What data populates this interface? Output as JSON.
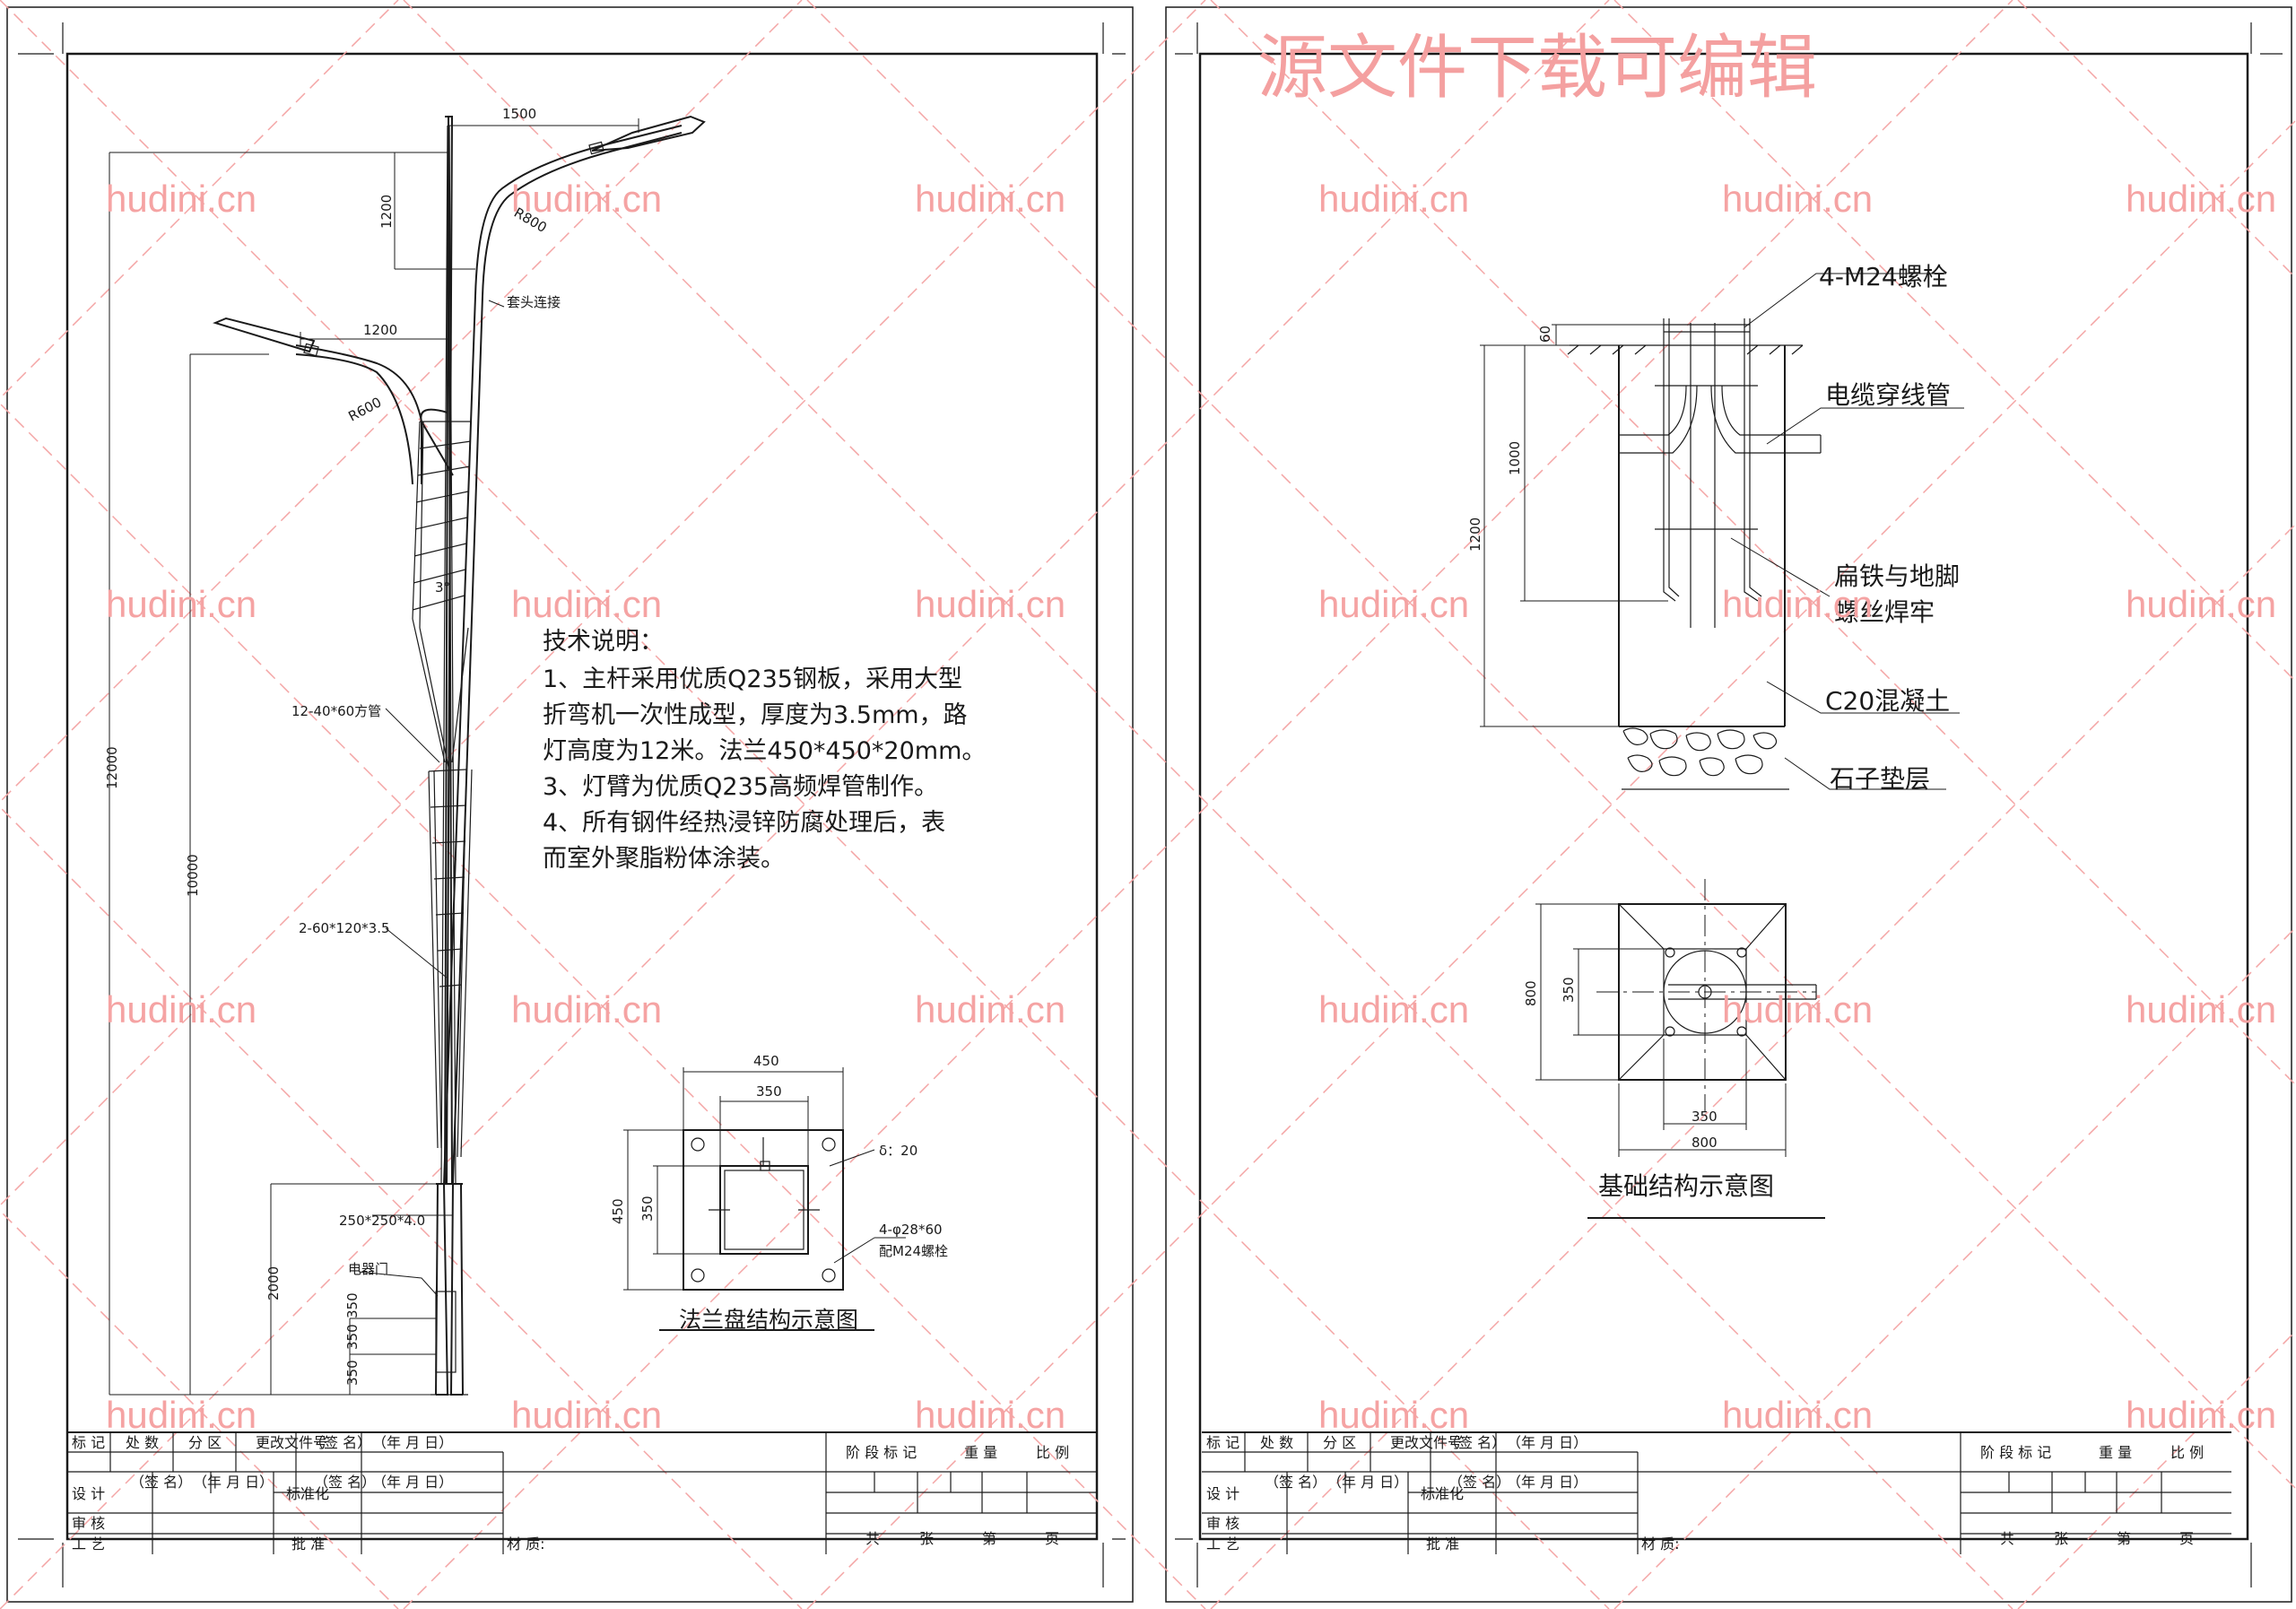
{
  "watermark": {
    "top_text": "源文件下载可编辑",
    "site_text": "hudini.cn"
  },
  "sheet_left": {
    "pole": {
      "dims": {
        "arm_upper_span": "1500",
        "arm_upper_rise": "1200",
        "arm_upper_radius": "R800",
        "sleeve_joint": "套头连接",
        "arm_lower_span": "1200",
        "arm_lower_radius": "R600",
        "angle": "3°",
        "rib_tubes": "12-40*60方管",
        "total_height": "12000",
        "arm_height": "10000",
        "plate": "2-60*120*3.5",
        "base_section": "250*250*4.0",
        "door": "电器门",
        "base_height": "2000",
        "door_h1": "350",
        "door_h2": "350",
        "door_h3": "350"
      }
    },
    "notes": {
      "title": "技术说明：",
      "lines": [
        "1、主杆采用优质Q235钢板，采用大型",
        "折弯机一次性成型，厚度为3.5mm，路",
        "灯高度为12米。法兰450*450*20mm。",
        "3、灯臂为优质Q235高频焊管制作。",
        "4、所有钢件经热浸锌防腐处理后，表",
        "而室外聚脂粉体涂装。"
      ]
    },
    "flange": {
      "dim_outer_w": "450",
      "dim_inner_w": "350",
      "dim_outer_h": "450",
      "dim_inner_h": "350",
      "thickness": "δ：20",
      "holes": "4-φ28*60",
      "bolts": "配M24螺栓",
      "caption": "法兰盘结构示意图"
    }
  },
  "sheet_right": {
    "foundation": {
      "label_bolt": "4-M24螺栓",
      "label_cable": "电缆穿线管",
      "label_weld_1": "扁铁与地脚",
      "label_weld_2": "螺丝焊牢",
      "label_concrete": "C20混凝土",
      "label_gravel": "石子垫层",
      "dim_60": "60",
      "dim_1000": "1000",
      "dim_1200": "1200"
    },
    "plan": {
      "dim_800_v": "800",
      "dim_350_v": "350",
      "dim_350_h": "350",
      "dim_800_h": "800",
      "caption": "基础结构示意图"
    }
  },
  "title_block": {
    "r1": [
      "标 记",
      "处 数",
      "分 区",
      "更改文件号",
      "（签 名）",
      "（年 月 日）"
    ],
    "stage": "阶 段 标 记",
    "weight": "重 量",
    "scale": "比 例",
    "design": "设 计",
    "sign": "（签 名）",
    "date": "（年 月 日）",
    "standard": "标准化",
    "sign2": "（签 名）",
    "date2": "（年 月 日）",
    "review": "审 核",
    "process": "工 艺",
    "approve": "批 准",
    "material": "材 质:",
    "sheets": "共",
    "zhang": "张",
    "di": "第",
    "ye": "页"
  }
}
